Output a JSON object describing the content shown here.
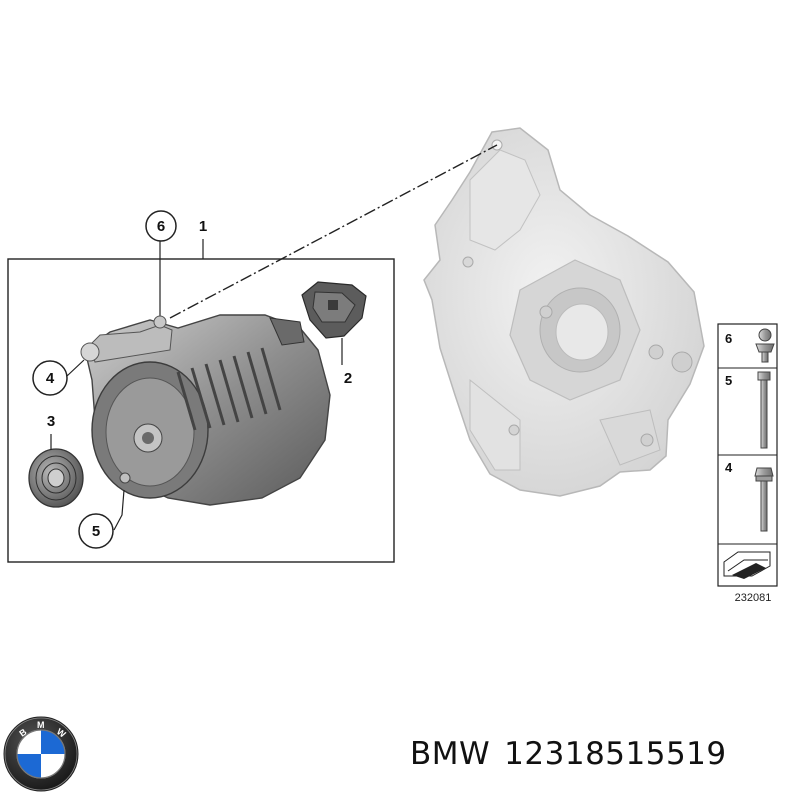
{
  "diagram": {
    "callouts": [
      {
        "id": "label-1",
        "text": "1"
      },
      {
        "id": "label-2",
        "text": "2"
      },
      {
        "id": "label-3",
        "text": "3"
      },
      {
        "id": "label-4",
        "text": "4"
      },
      {
        "id": "label-5",
        "text": "5"
      },
      {
        "id": "label-6",
        "text": "6"
      }
    ],
    "legend": [
      "6",
      "5",
      "4"
    ],
    "drawing_number": "232081"
  },
  "logo": {
    "letters": "BMW"
  },
  "caption": {
    "brand": "BMW",
    "part_number": "12318515519"
  },
  "colors": {
    "line": "#222222",
    "part_dark": "#5a5a5a",
    "part_mid": "#8a8a8a",
    "part_light": "#bdbdbd",
    "bracket": "#d9d9d9",
    "bmw_blue": "#1c69d4"
  }
}
